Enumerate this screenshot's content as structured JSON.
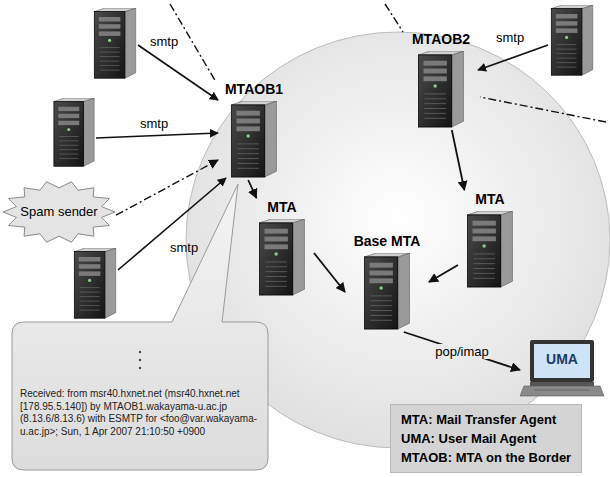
{
  "diagram": {
    "nodes": [
      {
        "text": [
          "MTAOB1"
        ]
      },
      {
        "text": [
          "MTAOB2"
        ]
      },
      {
        "text": [
          "MTA"
        ]
      },
      {
        "text": [
          "Base MTA"
        ]
      },
      {
        "text": [
          "MTA"
        ]
      },
      {
        "text": [
          "UMA"
        ]
      },
      {
        "text": [
          "Spam sender"
        ]
      },
      {
        "text": [
          "Received: from msr40.hxnet.net (msr40.hxnet.net [178.95.5.140]) by MTAOB1.wakayama-u.ac.jp (8.13.6/8.13.6) with ESMTP for <foo@var.wakayama-u.ac.jp>; Sun, 1 Apr 2007 21:10:50 +0900"
        ]
      },
      {
        "text": [
          "MTA: Mail Transfer Agent",
          "UMA: User Mail Agent",
          "MTAOB: MTA on the Border"
        ]
      }
    ],
    "edges": [
      {
        "from": 0,
        "to": 2,
        "arrow": "to"
      },
      {
        "from": 2,
        "to": 3,
        "arrow": "to"
      },
      {
        "from": 1,
        "to": 4,
        "arrow": "to"
      },
      {
        "from": 4,
        "to": 3,
        "arrow": "to"
      },
      {
        "from": 3,
        "to": 5,
        "label": "pop/imap",
        "arrow": "to"
      },
      {
        "from": 6,
        "to": 0,
        "arrow": "to"
      }
    ],
    "labels": [
      "smtp",
      "smtp",
      "smtp",
      "smtp"
    ]
  }
}
